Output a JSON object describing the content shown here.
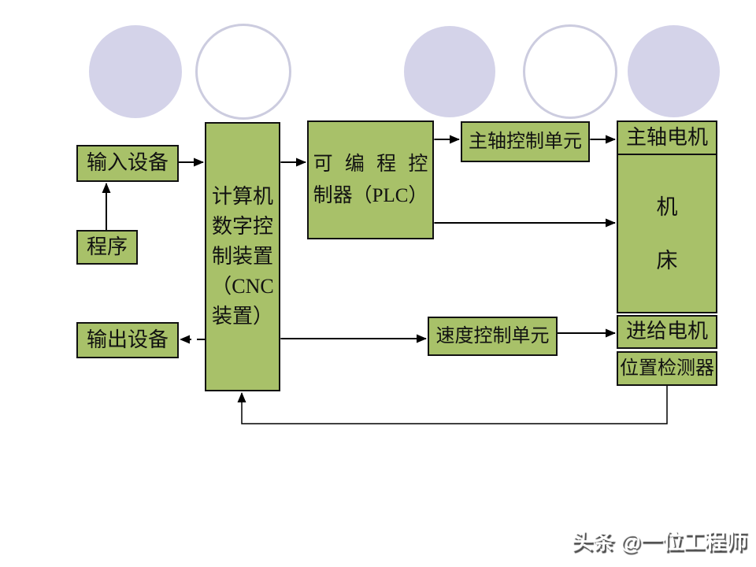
{
  "slide": {
    "background": "#ffffff",
    "watermark": "头条 @一位工程师"
  },
  "colors": {
    "box_fill": "#a8c169",
    "box_border": "#111111",
    "circle_fill": "#d4d3e9",
    "circle_outline": "#ccccdf",
    "arrow": "#000000"
  },
  "boxes": {
    "input_device": "输入设备",
    "program": "程序",
    "output_device": "输出设备",
    "cnc_unit": "计算机\n数字控\n制装置\n（CNC\n装置）",
    "plc": "可 编 程 控\n制器（PLC）",
    "spindle_control_unit": "主轴控制单元",
    "spindle_motor": "主轴电机",
    "machine_tool": "机\n\n床",
    "speed_control_unit": "速度控制单元",
    "feed_motor": "进给电机",
    "position_detector": "位置检测器"
  },
  "connections": [
    {
      "from": "program",
      "to": "input_device",
      "type": "one-way"
    },
    {
      "from": "input_device",
      "to": "cnc_unit",
      "type": "one-way"
    },
    {
      "from": "cnc_unit",
      "to": "plc",
      "type": "two-way"
    },
    {
      "from": "plc",
      "to": "spindle_control_unit",
      "type": "two-way"
    },
    {
      "from": "spindle_control_unit",
      "to": "spindle_motor",
      "type": "two-way"
    },
    {
      "from": "plc",
      "to": "machine_tool",
      "type": "two-way"
    },
    {
      "from": "cnc_unit",
      "to": "speed_control_unit",
      "type": "two-way"
    },
    {
      "from": "speed_control_unit",
      "to": "feed_motor",
      "type": "one-way"
    },
    {
      "from": "cnc_unit",
      "to": "output_device",
      "type": "one-way-dashed"
    },
    {
      "from": "position_detector",
      "to": "cnc_unit",
      "type": "feedback"
    }
  ]
}
